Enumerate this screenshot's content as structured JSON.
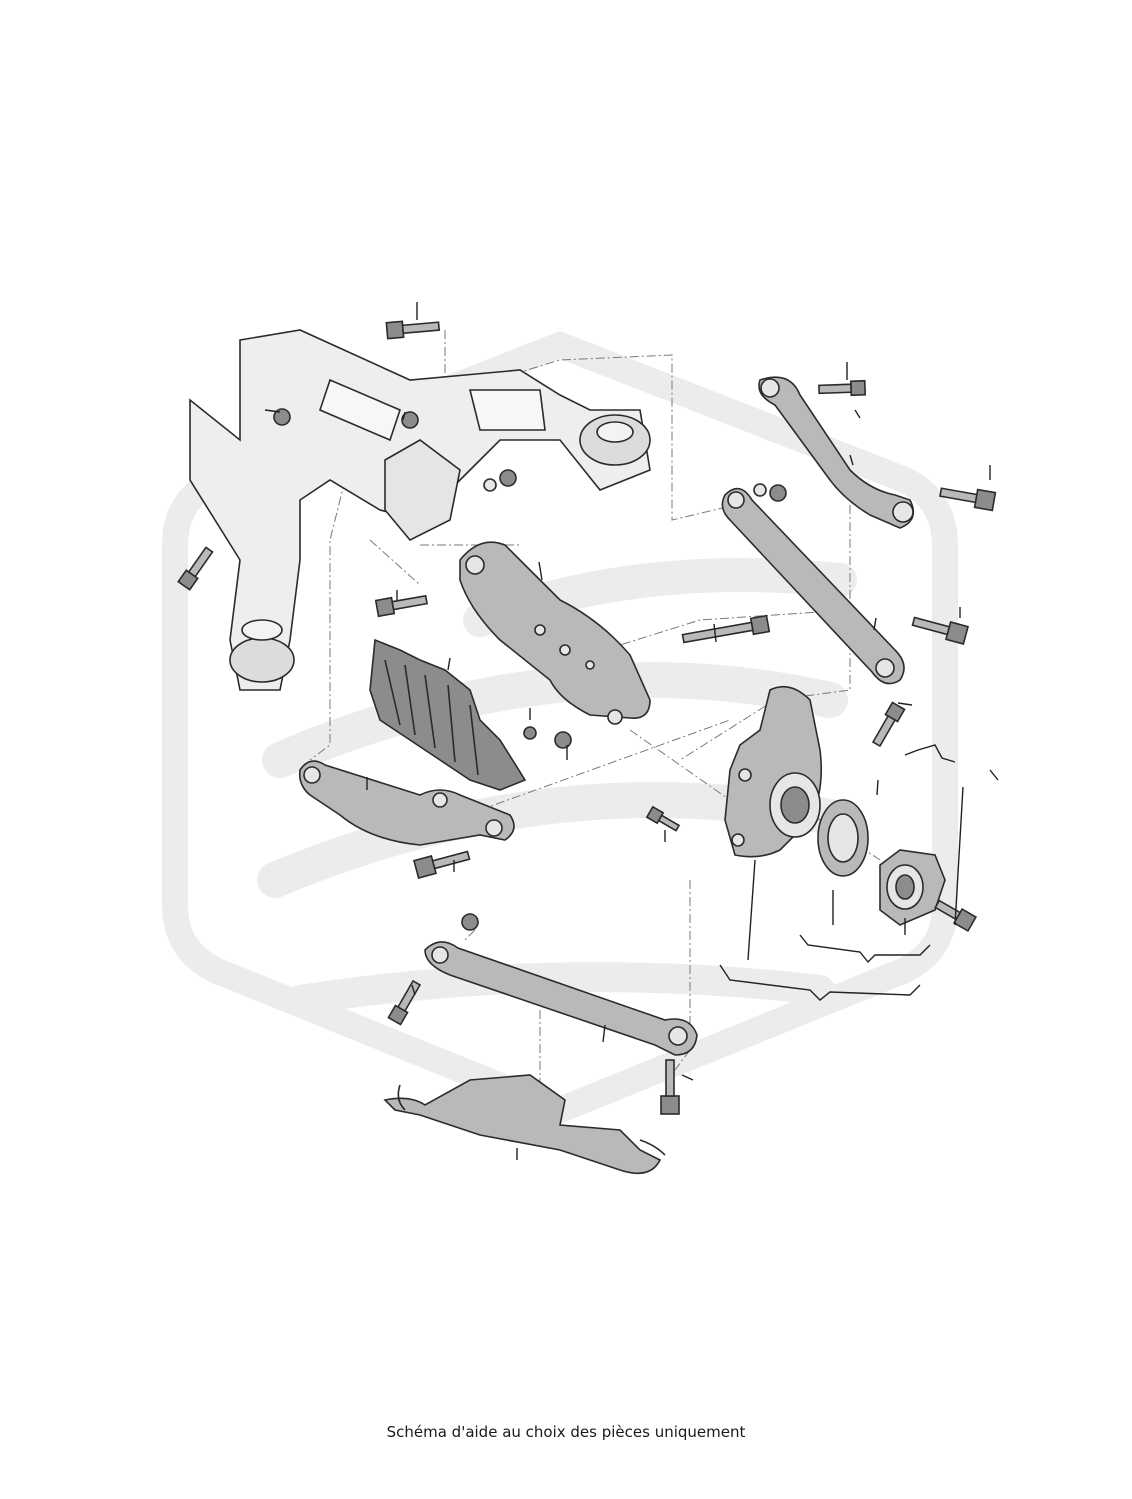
{
  "caption": "Schéma d'aide au choix des pièces uniquement",
  "colors": {
    "part_fill": "#b9b9b9",
    "part_outline": "#2b2b2b",
    "watermark": "#ececec",
    "subframe_faded": "#e9e9e9"
  },
  "parts": [
    "subframe",
    "upper-front-control-arm",
    "upper-rear-control-arm",
    "trailing-arm",
    "lower-control-arm",
    "lower-rear-arm",
    "wheel-hub-carrier",
    "wheel-bearing",
    "wheel-hub",
    "heat-shield",
    "underbody-cover",
    "bolts",
    "nuts"
  ]
}
